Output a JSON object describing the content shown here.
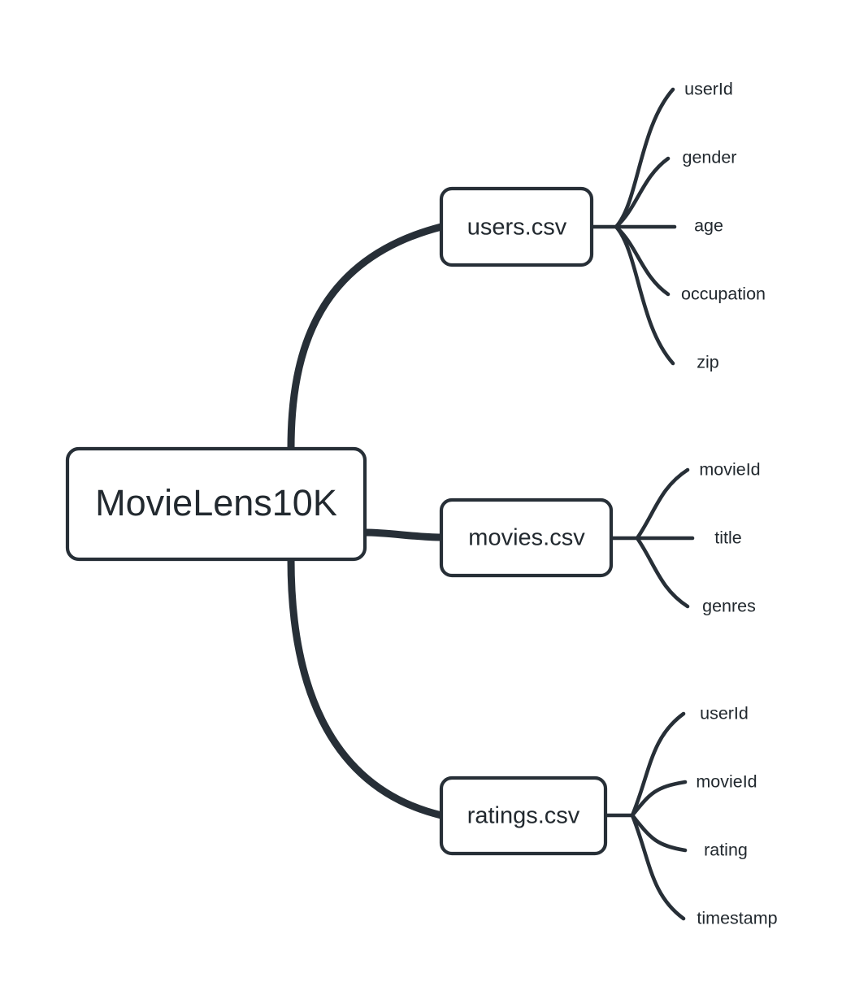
{
  "diagram": {
    "type": "mindmap",
    "title": "MovieLens10K",
    "background_color": "#ffffff",
    "stroke_color": "#272f37",
    "text_color": "#22292f",
    "root": {
      "label": "MovieLens10K"
    },
    "branches": [
      {
        "id": "users",
        "label": "users.csv",
        "leaves": [
          {
            "label": "userId"
          },
          {
            "label": "gender"
          },
          {
            "label": "age"
          },
          {
            "label": "occupation"
          },
          {
            "label": "zip"
          }
        ]
      },
      {
        "id": "movies",
        "label": "movies.csv",
        "leaves": [
          {
            "label": "movieId"
          },
          {
            "label": "title"
          },
          {
            "label": "genres"
          }
        ]
      },
      {
        "id": "ratings",
        "label": "ratings.csv",
        "leaves": [
          {
            "label": "userId"
          },
          {
            "label": "movieId"
          },
          {
            "label": "rating"
          },
          {
            "label": "timestamp"
          }
        ]
      }
    ]
  }
}
